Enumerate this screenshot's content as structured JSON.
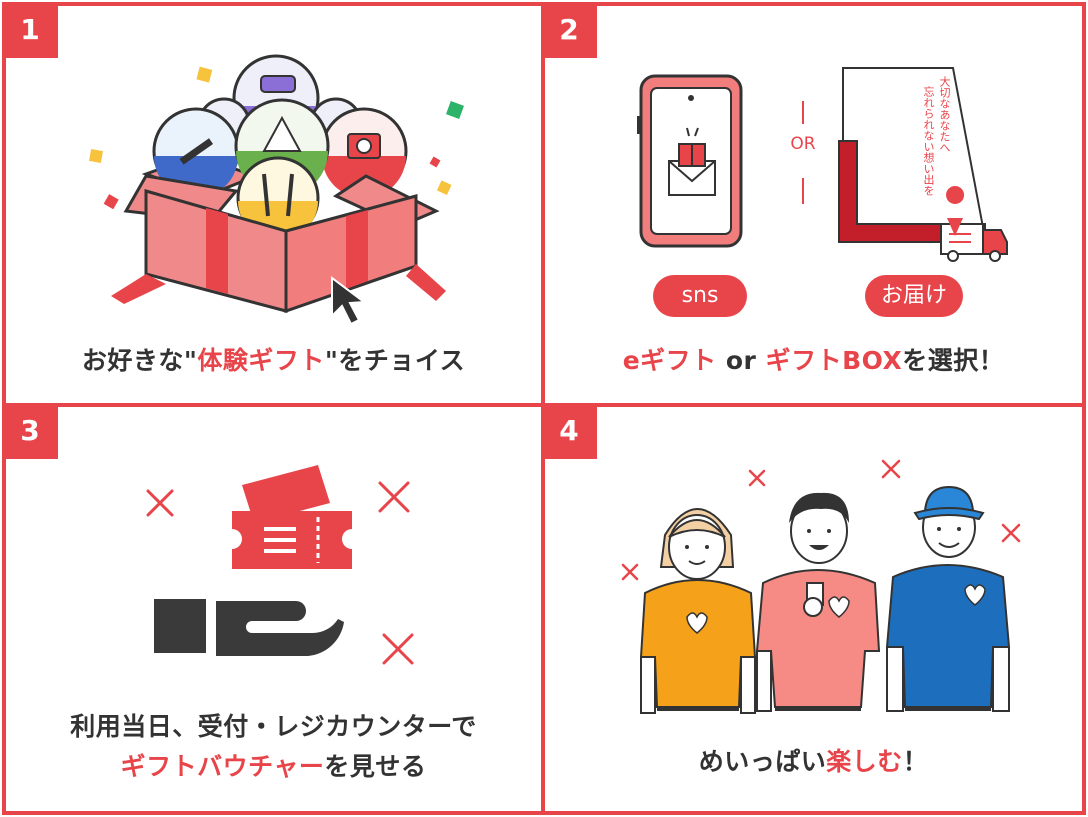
{
  "steps": [
    {
      "number": "1",
      "caption": {
        "p1": "お好きな\"",
        "hl": "体験ギフト",
        "p2": "\"をチョイス"
      }
    },
    {
      "number": "2",
      "option_sns": "sns",
      "or_label": "OR",
      "option_delivery": "お届け",
      "box_message_line1": "大切なあなたへ",
      "box_message_line2": "忘れられない想い出を",
      "caption": {
        "hl1": "eギフト",
        "mid": " or ",
        "hl2": "ギフトBOX",
        "tail": "を選択！"
      }
    },
    {
      "number": "3",
      "caption": {
        "line1": "利用当日、受付・レジカウンターで",
        "hl": "ギフトバウチャー",
        "tail": "を見せる"
      }
    },
    {
      "number": "4",
      "caption": {
        "p1": "めいっぱい",
        "hl": "楽しむ",
        "p2": "！"
      }
    }
  ],
  "colors": {
    "accent": "#e8454b",
    "text": "#333333"
  }
}
